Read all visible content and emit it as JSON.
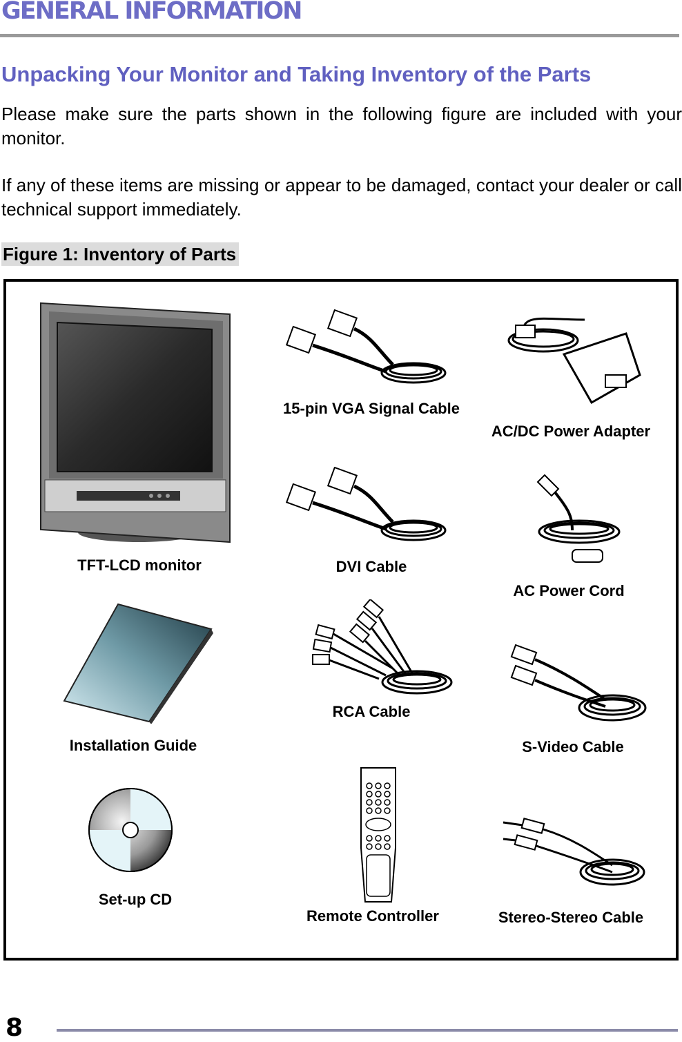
{
  "header": {
    "title": "GENERAL INFORMATION"
  },
  "section": {
    "title": "Unpacking Your Monitor and Taking Inventory of the Parts"
  },
  "body": {
    "paragraph1": "Please make sure the parts shown in the following figure are included with your monitor.",
    "paragraph2": "If any of these items are missing or appear to be damaged, contact your dealer or call technical support immediately."
  },
  "figure": {
    "caption": "Figure 1: Inventory of Parts",
    "items": {
      "monitor": "TFT-LCD monitor",
      "vga_cable": "15-pin VGA Signal Cable",
      "power_adapter": "AC/DC Power Adapter",
      "dvi_cable": "DVI Cable",
      "power_cord": "AC Power Cord",
      "installation_guide": "Installation Guide",
      "rca_cable": "RCA Cable",
      "svideo_cable": "S-Video Cable",
      "setup_cd": "Set-up CD",
      "remote_controller": "Remote Controller",
      "stereo_cable": "Stereo-Stereo Cable"
    }
  },
  "footer": {
    "page_number": "8"
  }
}
